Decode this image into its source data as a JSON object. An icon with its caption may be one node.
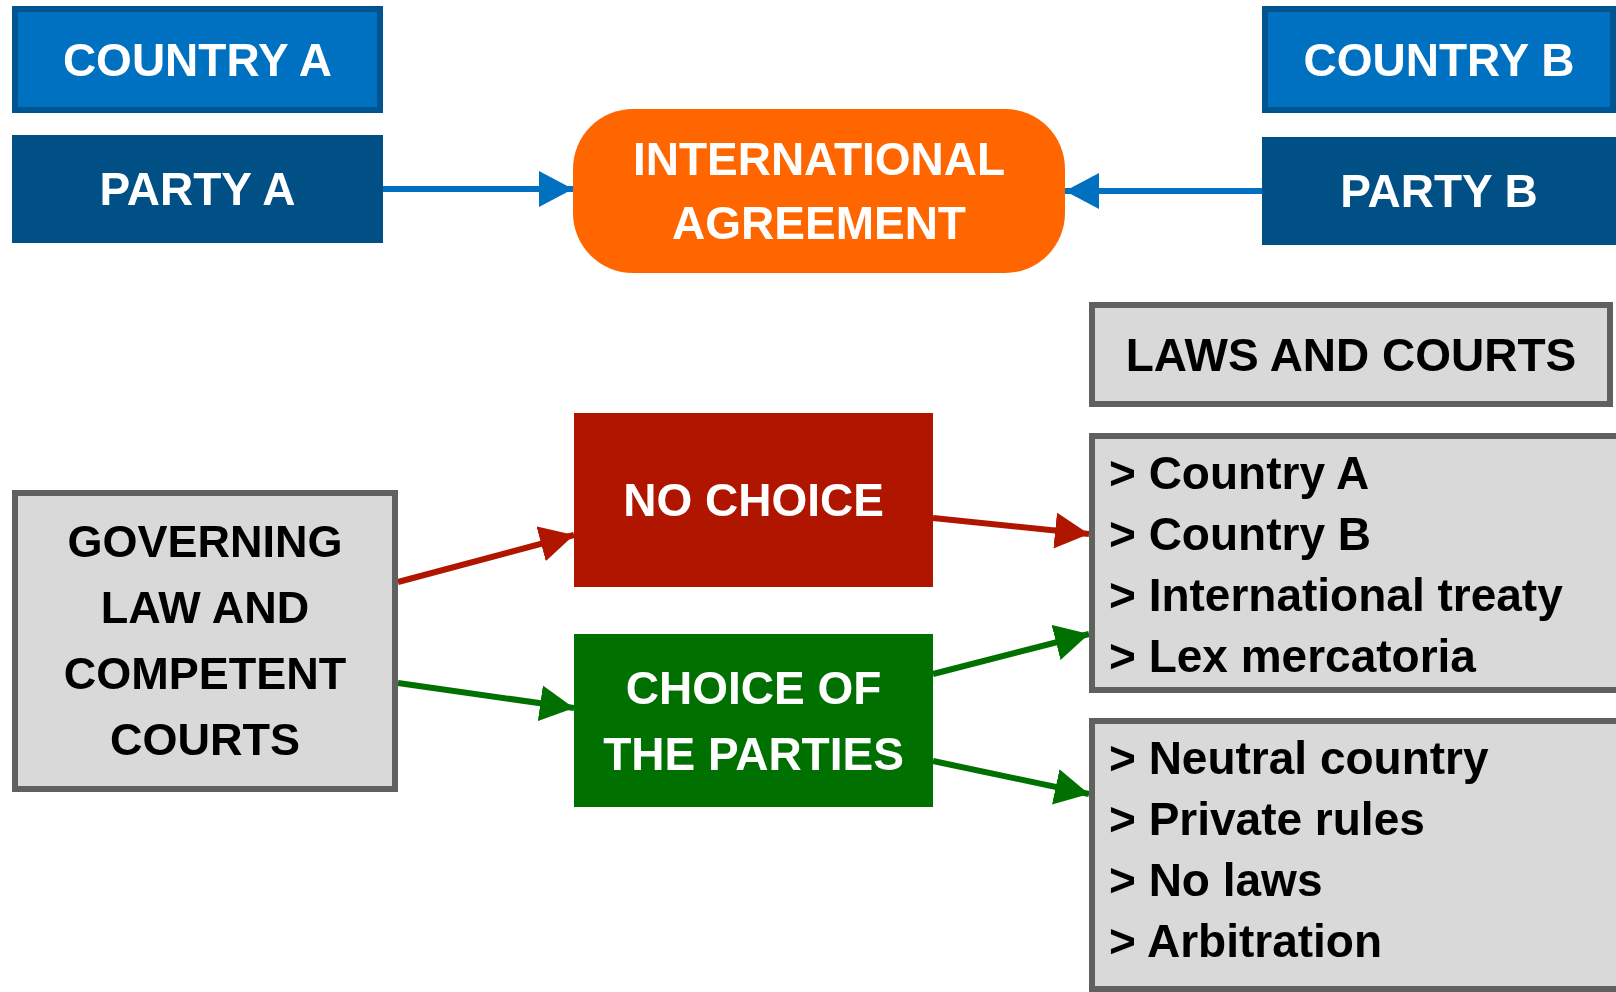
{
  "diagram": {
    "nodes": [
      {
        "text": [
          "COUNTRY A"
        ]
      },
      {
        "text": [
          "PARTY A"
        ]
      },
      {
        "text": [
          "INTERNATIONAL AGREEMENT"
        ]
      },
      {
        "text": [
          "COUNTRY B"
        ]
      },
      {
        "text": [
          "PARTY B"
        ]
      },
      {
        "text": [
          "LAWS AND COURTS"
        ]
      },
      {
        "text": [
          "GOVERNING LAW AND COMPETENT COURTS"
        ]
      },
      {
        "text": [
          "NO CHOICE"
        ]
      },
      {
        "text": [
          "CHOICE OF THE PARTIES"
        ]
      },
      {
        "text": [
          "> Country A",
          "> Country B",
          "> International treaty",
          "> Lex mercatoria"
        ]
      },
      {
        "text": [
          "> Neutral country",
          "> Private rules",
          "> No laws",
          "> Arbitration"
        ]
      }
    ],
    "edges": [
      {
        "from": 1,
        "to": 2,
        "arrow": "to",
        "color": "#0070c0"
      },
      {
        "from": 4,
        "to": 2,
        "arrow": "to",
        "color": "#0070c0"
      },
      {
        "from": 6,
        "to": 7,
        "arrow": "to",
        "color": "#b01500"
      },
      {
        "from": 7,
        "to": 9,
        "arrow": "to",
        "color": "#b01500"
      },
      {
        "from": 6,
        "to": 8,
        "arrow": "to",
        "color": "#007000"
      },
      {
        "from": 8,
        "to": 9,
        "arrow": "to",
        "color": "#007000"
      },
      {
        "from": 8,
        "to": 10,
        "arrow": "to",
        "color": "#007000"
      }
    ]
  }
}
